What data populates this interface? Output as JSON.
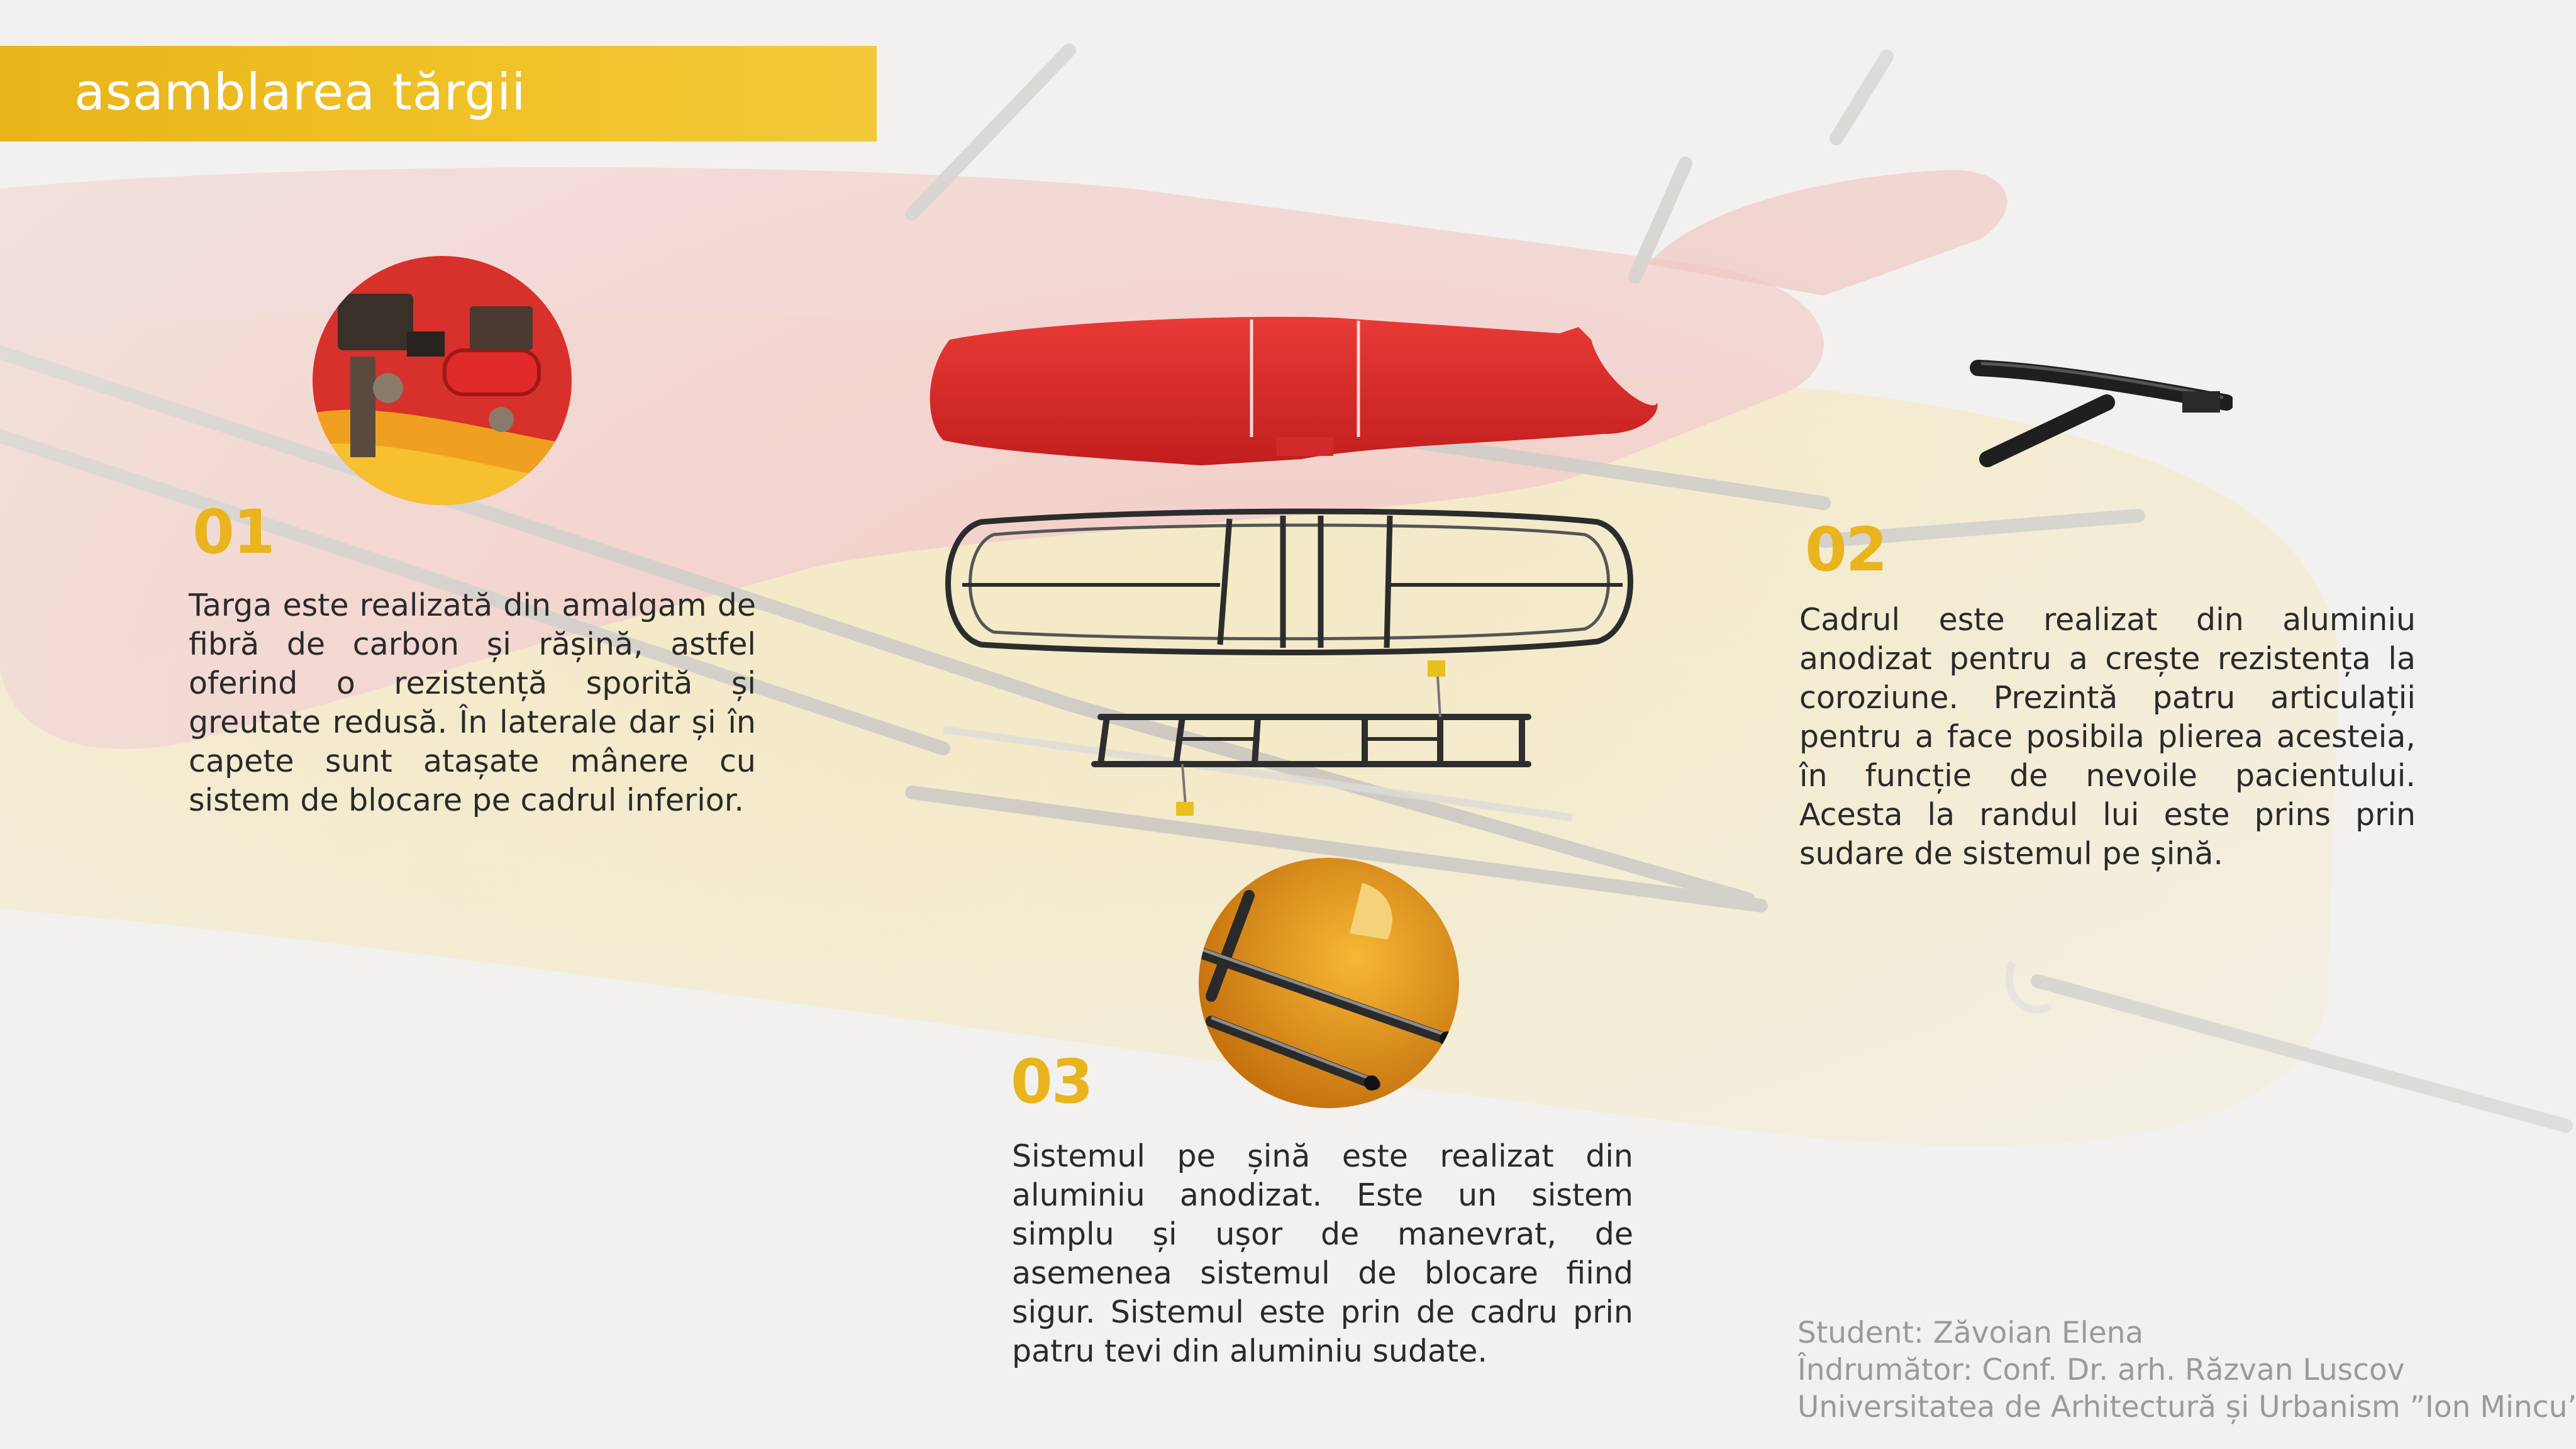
{
  "slide": {
    "title": "asamblarea tărgii"
  },
  "sections": [
    {
      "number": "01",
      "text": "Targa este realizată din amalgam de fibră de carbon și rășină, astfel oferind o rezistență sporită și greutate redusă. În laterale dar și în capete sunt atașate mânere cu sistem de blocare pe cadrul inferior."
    },
    {
      "number": "02",
      "text": "Cadrul este realizat din aluminiu anodizat pentru a crește rezistența la coroziune. Prezintă patru articulații pentru a face posibila plierea acesteia, în funcție de nevoile pacientului. Acesta la randul lui este prins prin sudare de sistemul pe șină."
    },
    {
      "number": "03",
      "text": "Sistemul pe șină este realizat din aluminiu anodizat. Este un sistem simplu și ușor de manevrat, de asemenea sistemul de blocare fiind sigur. Sistemul este prin de cadru prin patru tevi din aluminiu sudate."
    }
  ],
  "credits": {
    "student": "Student: Zăvoian Elena",
    "advisor": "Îndrumător: Conf. Dr. arh. Răzvan Luscov",
    "university": "Universitatea de Arhitectură și Urbanism ”Ion Mincu”"
  },
  "colors": {
    "accent": "#e9b41d",
    "title_bar": "#f1c329",
    "stretcher_red": "#d82a2a",
    "text": "#2a2a2a",
    "credits": "#9a9a9a"
  }
}
